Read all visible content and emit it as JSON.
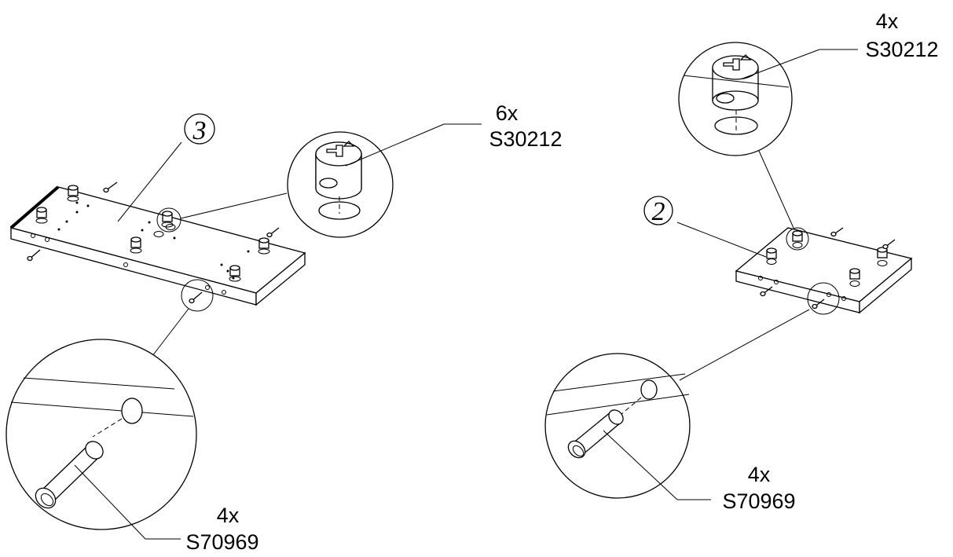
{
  "left_assembly": {
    "part_number": "3",
    "cam_callout": {
      "quantity": "6x",
      "code": "S30212"
    },
    "dowel_callout": {
      "quantity": "4x",
      "code": "S70969"
    }
  },
  "right_assembly": {
    "part_number": "2",
    "cam_callout": {
      "quantity": "4x",
      "code": "S30212"
    },
    "dowel_callout": {
      "quantity": "4x",
      "code": "S70969"
    }
  }
}
